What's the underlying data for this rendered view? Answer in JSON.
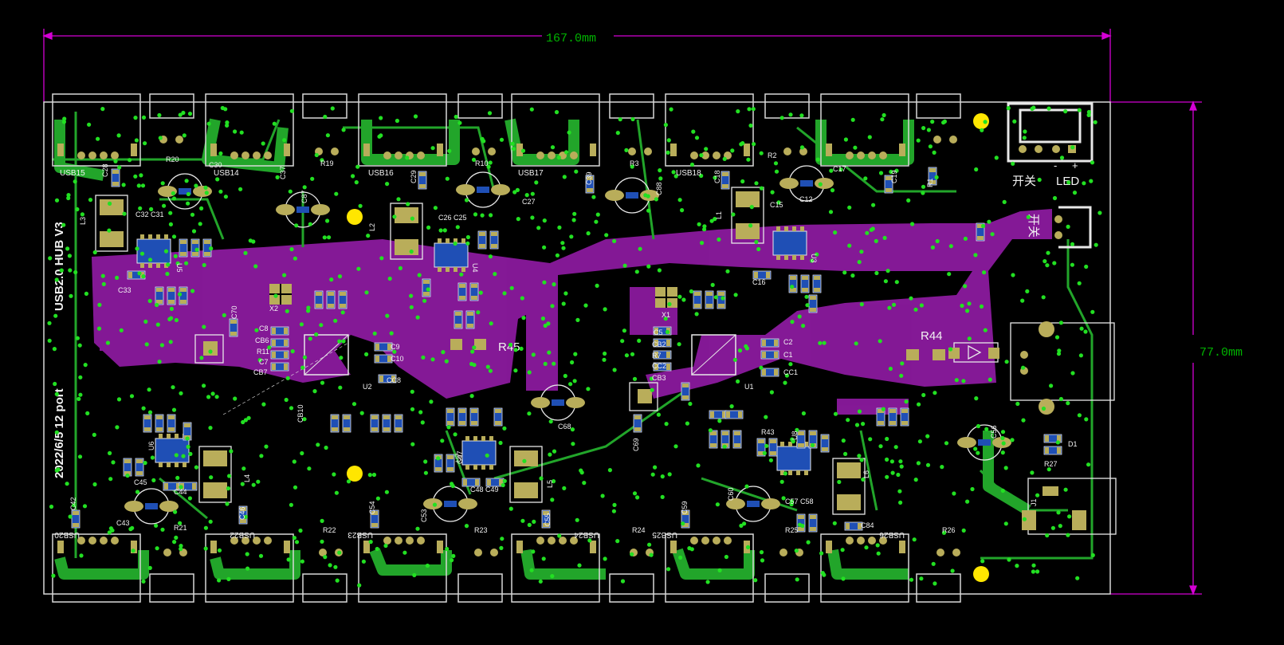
{
  "board": {
    "title_vertical": "USB2.0 HUB V3",
    "subtitle_vertical": "2022/6/5 12 port",
    "switch_label": "开关",
    "led_label": "LED",
    "polarity_minus": "-",
    "polarity_plus": "+",
    "switch_marker": "开关"
  },
  "dimensions": {
    "width_label": "167.0mm",
    "height_label": "77.0mm"
  },
  "colors": {
    "background": "#000000",
    "board_outline": "#d8d8d8",
    "dimension_line": "#d400d4",
    "dimension_text": "#00b400",
    "copper_plane": "#8b1a9e",
    "trace_green": "#22a52a",
    "pad": "#b9ad5a",
    "via": "#22e022",
    "silkscreen": "#f2f2f2",
    "smd_blue": "#1f4fb5",
    "mount_hole": "#ffe600"
  },
  "usb_ports_top": [
    "USB15",
    "USB14",
    "USB16",
    "USB17",
    "USB18"
  ],
  "usb_ports_bottom": [
    "USB20",
    "USB22",
    "USB23",
    "USB24",
    "USB25",
    "USB26"
  ],
  "designators": {
    "R20": "R20",
    "C30": "C30",
    "R19": "R19",
    "R10": "R10",
    "R3": "R3",
    "R2": "R2",
    "R1": "R1",
    "C28": "C28",
    "C37": "C37",
    "C29": "C29",
    "C39": "C39",
    "C18": "C18",
    "C17": "C17",
    "C19": "C19",
    "C27": "C27",
    "C88": "C88",
    "C87": "C87",
    "C12": "C12",
    "C15": "C15",
    "L3": "L3",
    "L2": "L2",
    "L1": "L1",
    "U5": "U5",
    "U4": "U4",
    "U3": "U3",
    "C32C31": "C32 C31",
    "C26C25": "C26 C25",
    "C33": "C33",
    "C16": "C16",
    "R45": "R45",
    "R44": "R44",
    "U2": "U2",
    "U1": "U1",
    "C68": "C68",
    "C69": "C69",
    "C43": "C43",
    "C44": "C44",
    "C45": "C45",
    "C46": "C46",
    "C42": "C42",
    "C47": "C47",
    "C48C49": "C48 C49",
    "C57C58": "C57 C58",
    "C53": "C53",
    "C54": "C54",
    "C55": "C55",
    "C59": "C59",
    "C60": "C60",
    "C84": "C84",
    "C56": "C56",
    "R21": "R21",
    "R22": "R22",
    "R23": "R23",
    "R24": "R24",
    "R25": "R25",
    "R26": "R26",
    "R27": "R27",
    "D1": "D1",
    "J1": "J1",
    "L4": "L4",
    "L5": "L5",
    "L6": "L6",
    "U6": "U6",
    "U7": "U7",
    "U8": "U8",
    "X1": "X1",
    "X2": "X2",
    "C2": "C2",
    "C1": "C1",
    "CC1": "CC1",
    "C5": "C5",
    "CB2": "CB2",
    "R7": "R7",
    "CC2": "CC2",
    "CB3": "CB3",
    "C8": "C8",
    "CB6": "CB6",
    "R11": "R11",
    "C7": "C7",
    "CB7": "CB7",
    "C9": "C9",
    "C10": "C10",
    "CC8": "CC8",
    "C70": "C70",
    "CB10": "CB10",
    "R43": "R43"
  }
}
